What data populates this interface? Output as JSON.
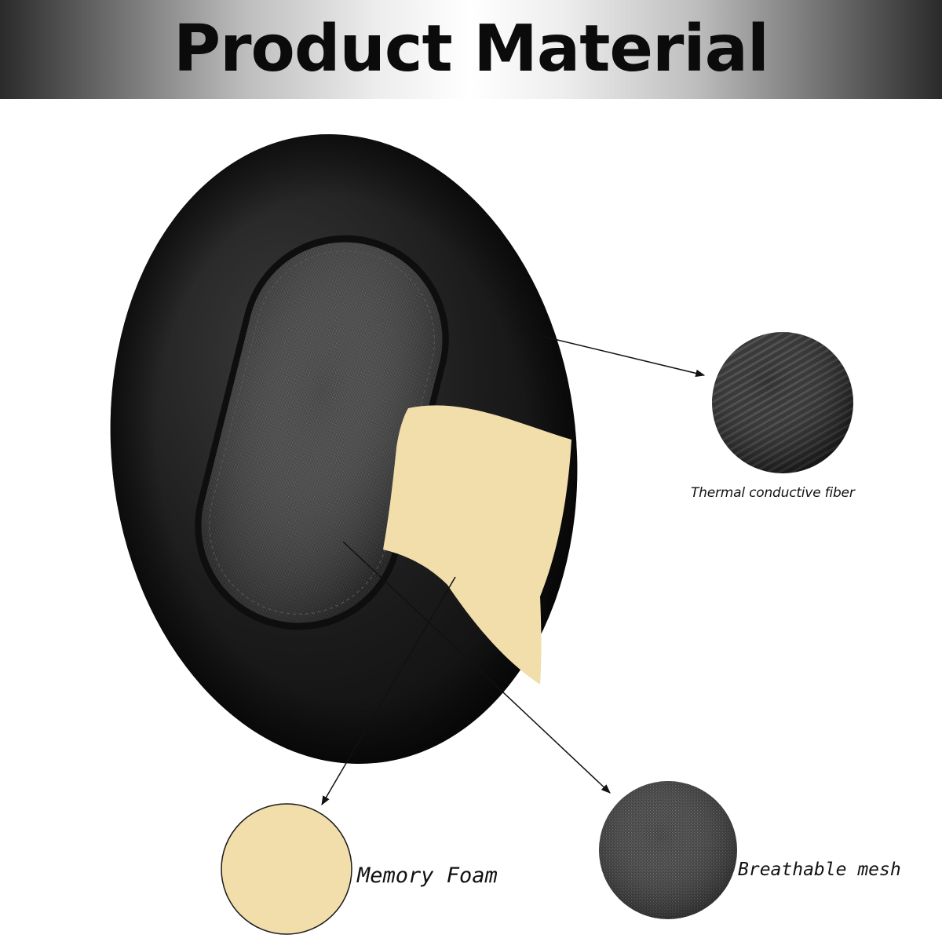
{
  "banner": {
    "title": "Product Material"
  },
  "materials": [
    {
      "label": "Thermal conductive fiber",
      "icon": "fiber-swatch-icon"
    },
    {
      "label": "Memory Foam",
      "icon": "foam-swatch-icon"
    },
    {
      "label": "Breathable mesh",
      "icon": "mesh-swatch-icon"
    }
  ],
  "colors": {
    "earpad": "#1c1c1c",
    "mesh": "#3d3d3d",
    "foam": "#f1deab",
    "banner_text": "#0b0b0b"
  }
}
